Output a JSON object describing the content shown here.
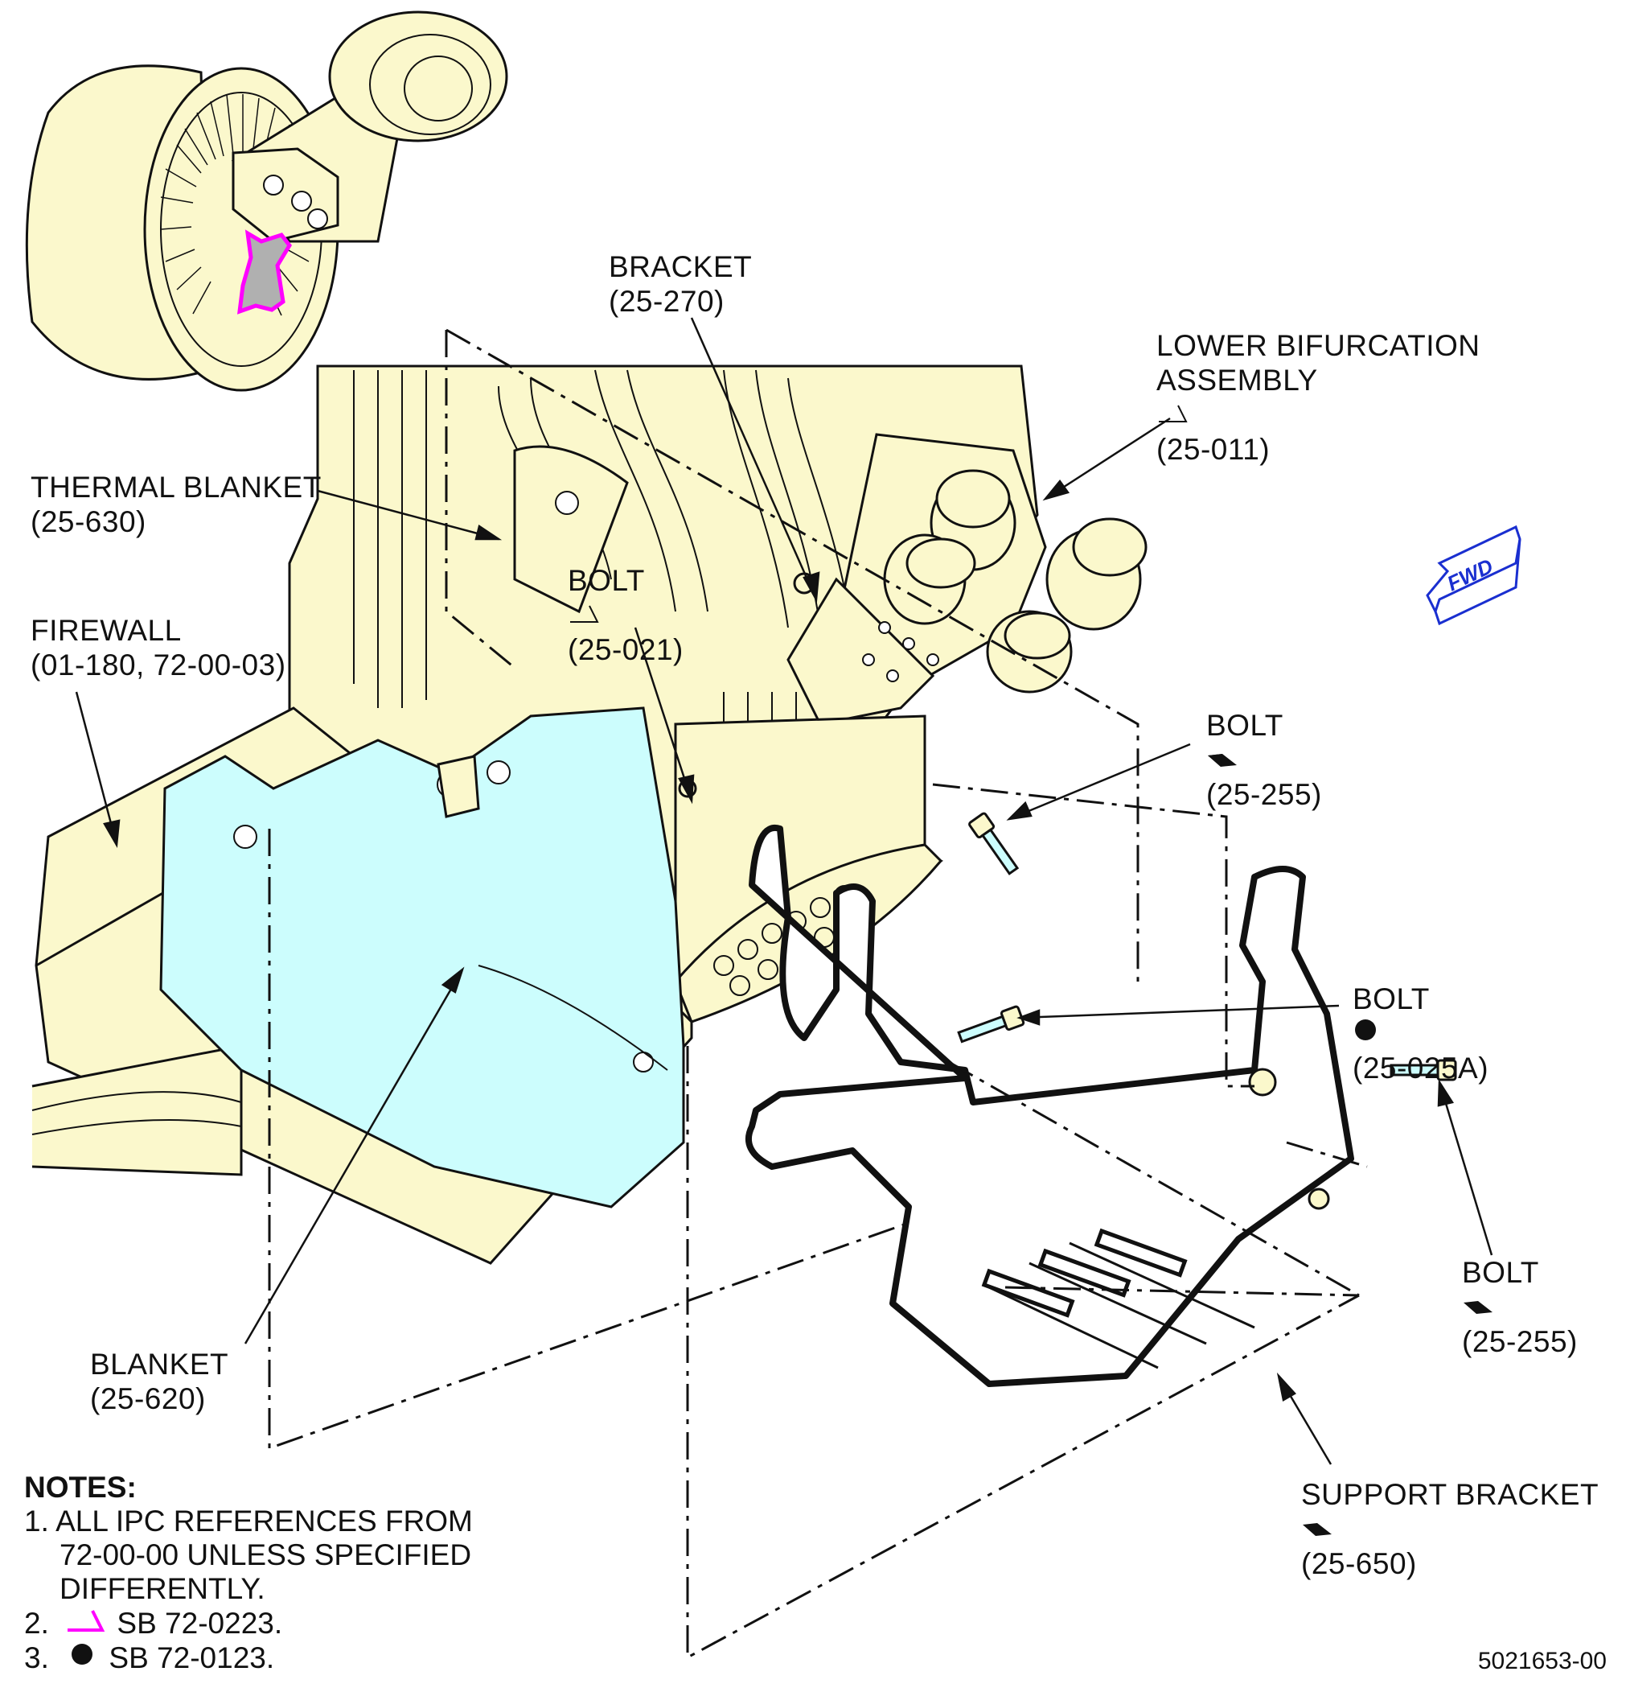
{
  "labels": {
    "bracket": {
      "name": "BRACKET",
      "ref": "(25-270)"
    },
    "lower_bifurcation": {
      "line1": "LOWER BIFURCATION",
      "line2": "ASSEMBLY",
      "ref": "(25-011)",
      "marker": "sb-72-0223-marker"
    },
    "thermal_blanket": {
      "name": "THERMAL BLANKET",
      "ref": "(25-630)"
    },
    "bolt_021": {
      "name": "BOLT",
      "ref": "(25-021)",
      "marker": "sb-72-0223-marker"
    },
    "firewall": {
      "name": "FIREWALL",
      "ref": "(01-180, 72-00-03)"
    },
    "bolt_255_top": {
      "name": "BOLT",
      "ref": "(25-255)",
      "marker": "check-marker"
    },
    "bolt_025a": {
      "name": "BOLT",
      "ref": "(25-025A)",
      "marker": "dot-marker"
    },
    "bolt_255_right": {
      "name": "BOLT",
      "ref": "(25-255)",
      "marker": "check-marker"
    },
    "blanket": {
      "name": "BLANKET",
      "ref": "(25-620)"
    },
    "support_bracket": {
      "name": "SUPPORT BRACKET",
      "ref": "(25-650)",
      "marker": "check-marker"
    }
  },
  "fwd": "FWD",
  "notes": {
    "heading": "NOTES:",
    "n1_a": "1. ALL IPC REFERENCES FROM",
    "n1_b": "72-00-00 UNLESS SPECIFIED",
    "n1_c": "DIFFERENTLY.",
    "n2_num": "2.",
    "n2_text": "SB 72-0223.",
    "n3_num": "3.",
    "n3_text": "SB 72-0123."
  },
  "figure_number": "5021653-00",
  "colors": {
    "part_fill": "#fbf8cc",
    "blanket_fill": "#ccfdfd",
    "highlight_magenta": "#ff00ff",
    "fwd_blue": "#1a2fd0",
    "line": "#111111"
  }
}
